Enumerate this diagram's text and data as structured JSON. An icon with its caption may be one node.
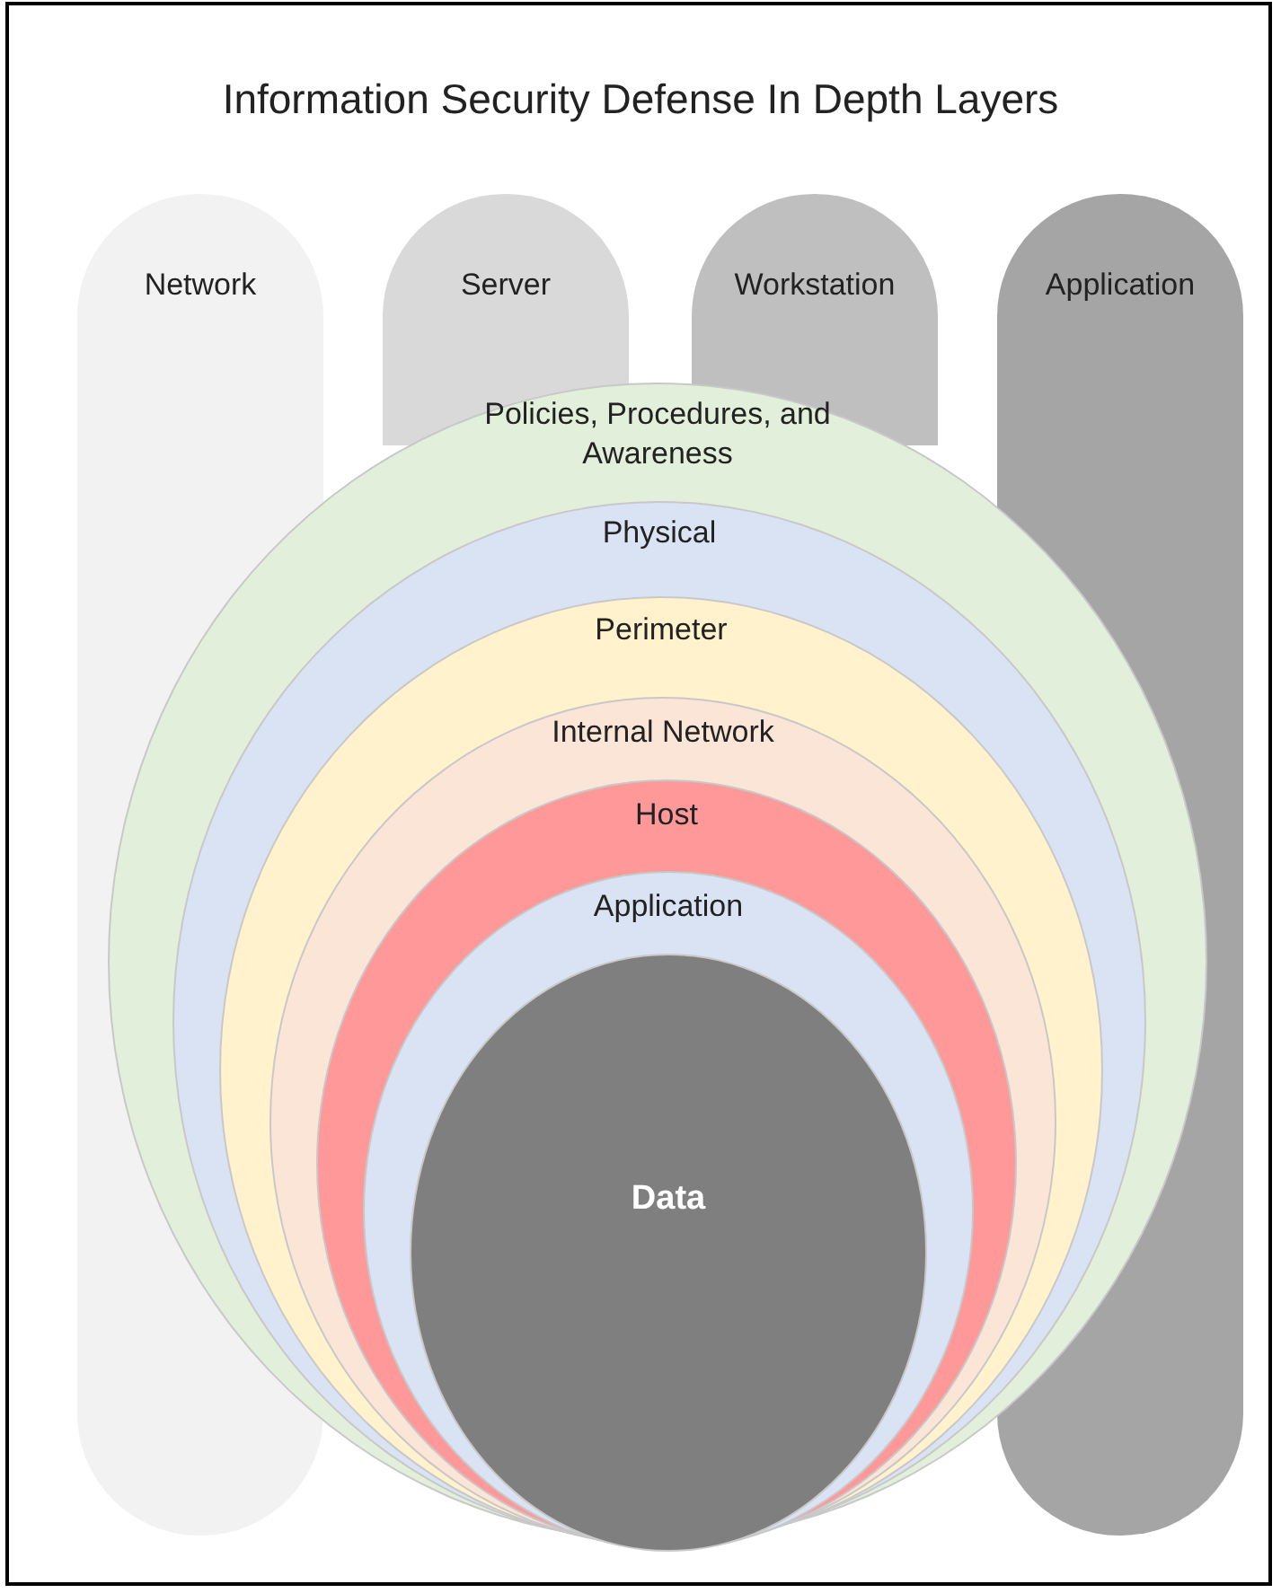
{
  "diagram": {
    "title": "Information Security Defense In Depth Layers",
    "nodes": [
      {
        "text": [
          "Network"
        ]
      },
      {
        "text": [
          "Server"
        ]
      },
      {
        "text": [
          "Workstation"
        ]
      },
      {
        "text": [
          "Application"
        ]
      },
      {
        "text": [
          "Policies, Procedures, and Awareness"
        ]
      },
      {
        "text": [
          "Physical"
        ],
        "in": 4
      },
      {
        "text": [
          "Perimeter"
        ],
        "in": 5
      },
      {
        "text": [
          "Internal Network"
        ],
        "in": 6
      },
      {
        "text": [
          "Host"
        ],
        "in": 7
      },
      {
        "text": [
          "Application"
        ],
        "in": 8
      },
      {
        "text": [
          "Data"
        ],
        "in": 9
      }
    ],
    "edges": []
  }
}
